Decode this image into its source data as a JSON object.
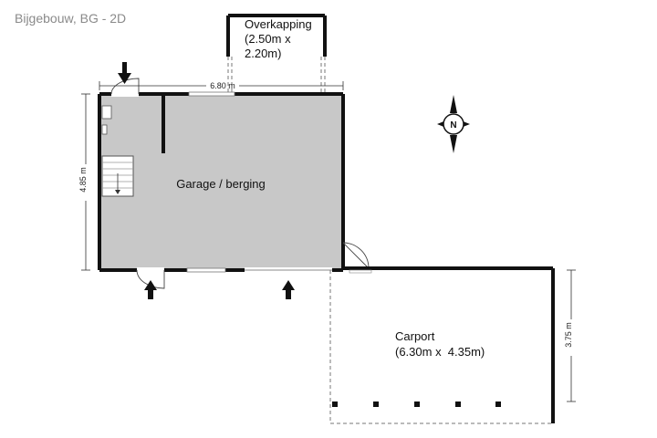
{
  "title": "Bijgebouw, BG - 2D",
  "rooms": {
    "garage": "Garage / berging",
    "overkapping": [
      "Overkapping",
      "(2.50m x",
      "2.20m)"
    ],
    "carport": [
      "Carport",
      "(6.30m x  4.35m)"
    ]
  },
  "dimensions": {
    "top": "6.80 m",
    "left": "4.85 m",
    "right": "3.75 m"
  },
  "compass": {
    "letter": "N"
  },
  "colors": {
    "floor": "#c8c8c8",
    "wall": "#111111",
    "background": "#ffffff"
  }
}
